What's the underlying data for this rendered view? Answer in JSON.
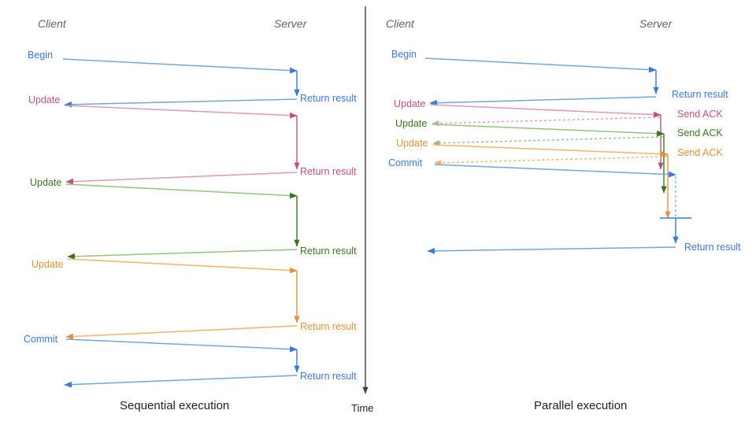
{
  "diagram": {
    "title_left": "Sequential execution",
    "title_right": "Parallel execution",
    "time_axis_label": "Time",
    "colors": {
      "blue": "#3c78d8",
      "blue_light": "#6fa8dc",
      "pink": "#c2507e",
      "pink_light": "#dd9ab5",
      "green": "#38761d",
      "green_light": "#93c47d",
      "orange": "#e69138",
      "orange_light": "#f6b26b",
      "axis": "#3c4043",
      "actor_text": "#5f6368",
      "caption_text": "#202124"
    }
  },
  "left_panel": {
    "actors": {
      "client": "Client",
      "server": "Server"
    },
    "client_labels": [
      {
        "text": "Begin",
        "color": "#3c78d8"
      },
      {
        "text": "Update",
        "color": "#c2507e"
      },
      {
        "text": "Update",
        "color": "#38761d"
      },
      {
        "text": "Update",
        "color": "#e69138"
      },
      {
        "text": "Commit",
        "color": "#3c78d8"
      }
    ],
    "server_labels": [
      {
        "text": "Return result",
        "color": "#3c78d8"
      },
      {
        "text": "Return result",
        "color": "#c2507e"
      },
      {
        "text": "Return result",
        "color": "#38761d"
      },
      {
        "text": "Return result",
        "color": "#e69138"
      },
      {
        "text": "Return result",
        "color": "#3c78d8"
      }
    ]
  },
  "right_panel": {
    "actors": {
      "client": "Client",
      "server": "Server"
    },
    "client_labels": [
      {
        "text": "Begin",
        "color": "#3c78d8"
      },
      {
        "text": "Update",
        "color": "#c2507e"
      },
      {
        "text": "Update",
        "color": "#38761d"
      },
      {
        "text": "Update",
        "color": "#e69138"
      },
      {
        "text": "Commit",
        "color": "#3c78d8"
      }
    ],
    "server_labels": [
      {
        "text": "Return result",
        "color": "#3c78d8"
      },
      {
        "text": "Send ACK",
        "color": "#c2507e"
      },
      {
        "text": "Send ACK",
        "color": "#38761d"
      },
      {
        "text": "Send ACK",
        "color": "#e69138"
      },
      {
        "text": "Return result",
        "color": "#3c78d8"
      }
    ]
  }
}
